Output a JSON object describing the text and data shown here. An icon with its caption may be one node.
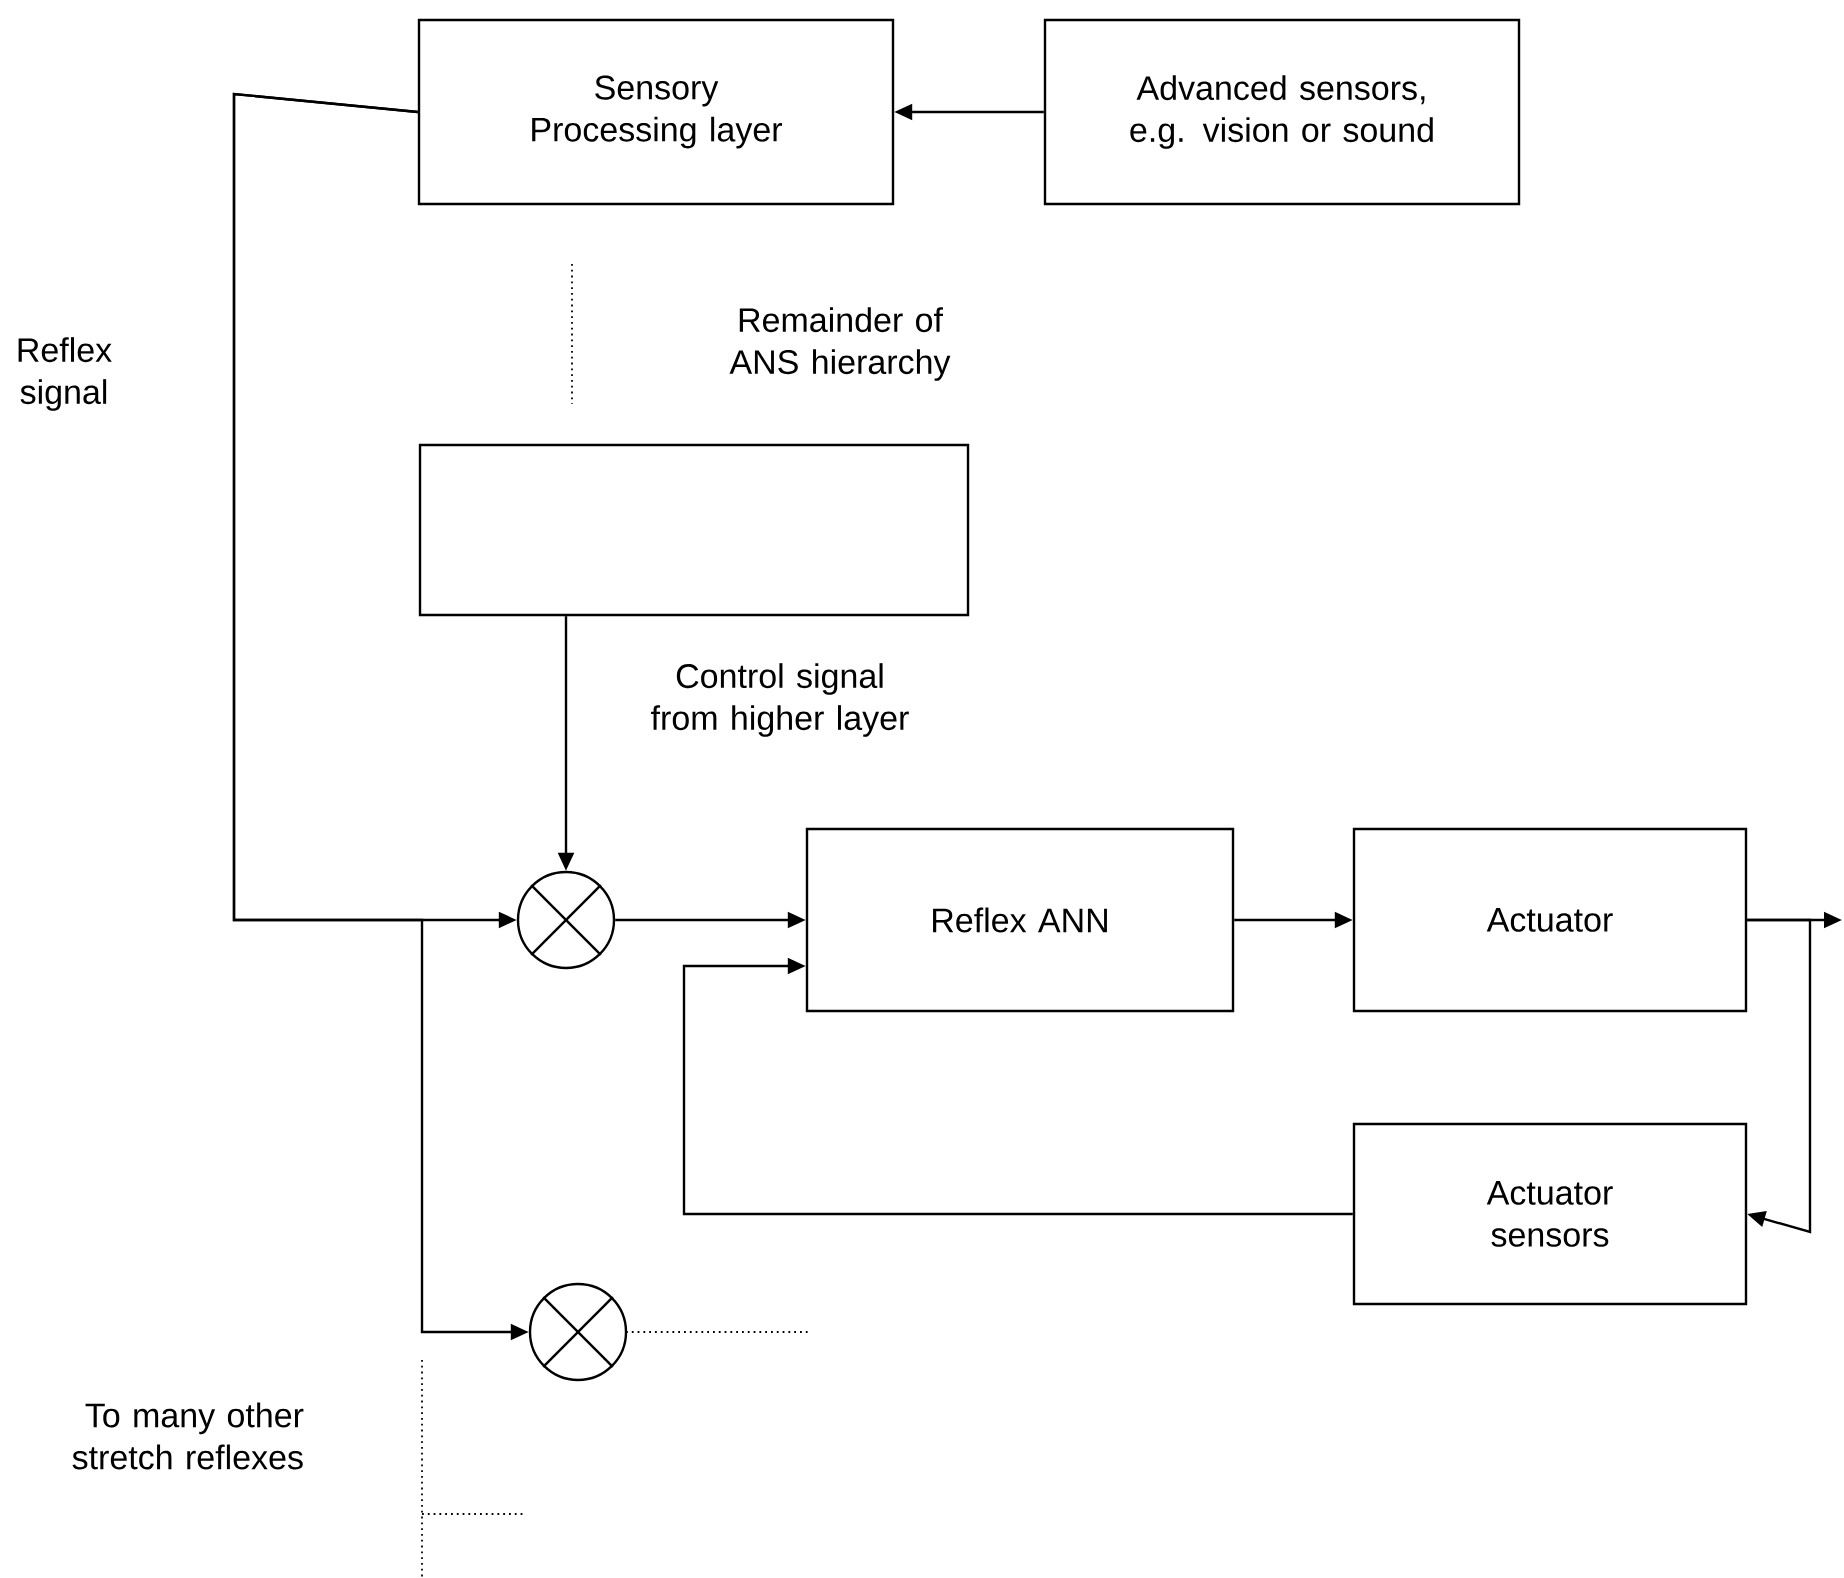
{
  "diagram": {
    "nodes": [
      {
        "text": [
          "Sensory Processing layer"
        ]
      },
      {
        "text": [
          "Advanced sensors, e.g. vision or sound"
        ]
      },
      {
        "text": [],
        "shape": "box"
      },
      {
        "text": [],
        "shape": "circle"
      },
      {
        "text": [
          "Reflex ANN"
        ]
      },
      {
        "text": [
          "Actuator"
        ]
      },
      {
        "text": [
          "Actuator sensors"
        ]
      },
      {
        "text": [],
        "shape": "circle"
      }
    ],
    "edges": [
      {
        "from": 1,
        "to": 0,
        "arrow": "to"
      },
      {
        "from": 0,
        "to": 3,
        "arrow": "to",
        "label": "Reflex signal"
      },
      {
        "from": 2,
        "to": 3,
        "arrow": "to",
        "label": "Control signal from higher layer"
      },
      {
        "from": 3,
        "to": 4,
        "arrow": "to"
      },
      {
        "from": 4,
        "to": 5,
        "arrow": "to"
      },
      {
        "from": 5,
        "to": null,
        "arrow": "to"
      },
      {
        "from": 5,
        "to": 6,
        "arrow": "to"
      },
      {
        "from": 6,
        "to": 4,
        "arrow": "to"
      },
      {
        "from": 0,
        "to": 7,
        "arrow": "to"
      }
    ],
    "labels": [
      "Remainder of ANS hierarchy",
      "To many other stretch reflexes"
    ]
  }
}
